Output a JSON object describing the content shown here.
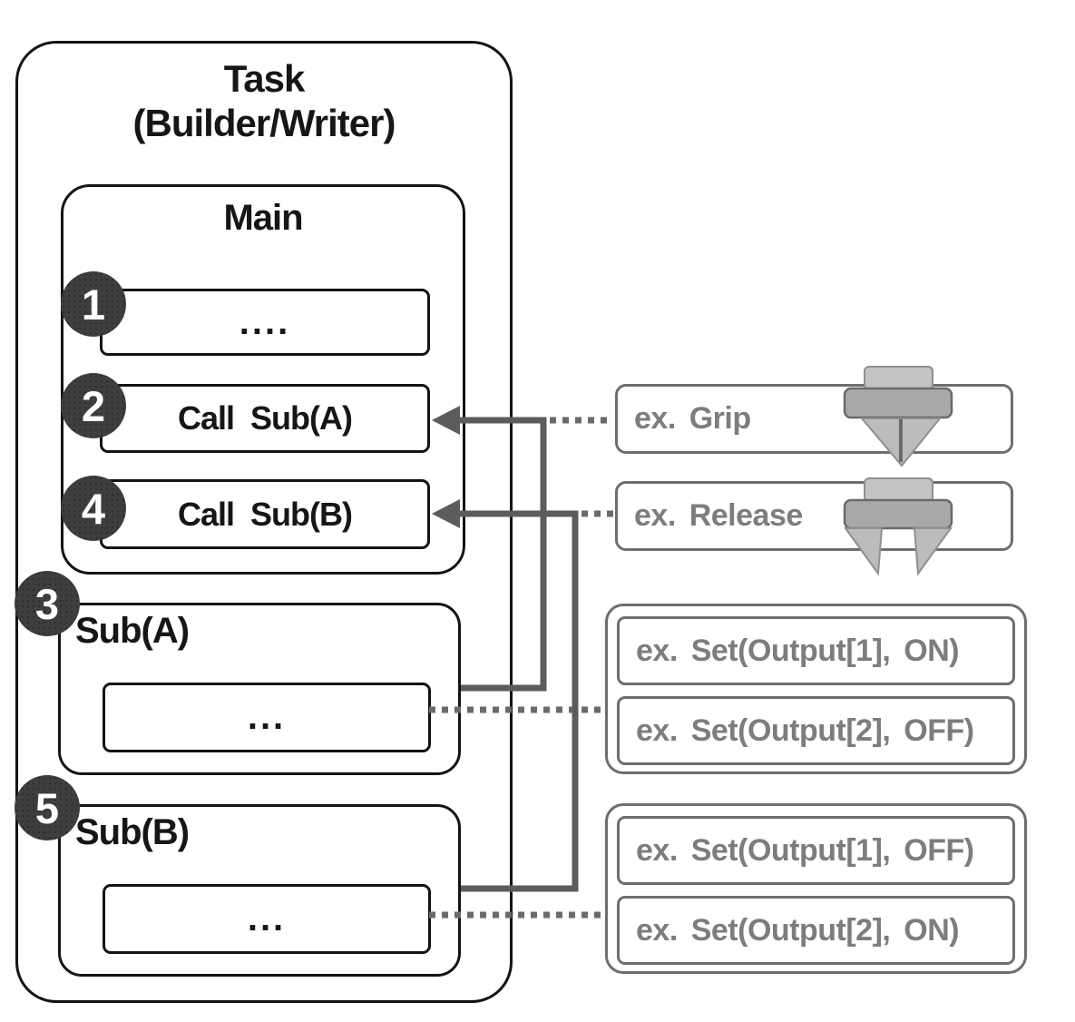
{
  "colors": {
    "black_border": "#141414",
    "line": "#5c5c5c",
    "dotted": "#6a6a6a",
    "circle_fill": "#3e3e3e",
    "circle_dot": "#2f2f2f",
    "gray_border": "#6e6e6e",
    "gray_text": "#7d7d7d",
    "icon_light": "#c4c4c4",
    "icon_mid": "#a9a9a9",
    "icon_edge": "#8f8f8f",
    "icon_dark": "#6a6a6a"
  },
  "task": {
    "title_line1": "Task",
    "title_line2": "(Builder/Writer)",
    "main": {
      "title": "Main",
      "steps": [
        {
          "num": "1",
          "label": "...."
        },
        {
          "num": "2",
          "label": "Call Sub(A)"
        },
        {
          "num": "4",
          "label": "Call Sub(B)"
        }
      ]
    },
    "subs": [
      {
        "num": "3",
        "title": "Sub(A)",
        "body": "..."
      },
      {
        "num": "5",
        "title": "Sub(B)",
        "body": "..."
      }
    ]
  },
  "annotations": {
    "grip": {
      "label": "ex. Grip",
      "icon": "gripper-closed-icon"
    },
    "release": {
      "label": "ex. Release",
      "icon": "gripper-open-icon"
    },
    "sub_a_examples": [
      "ex. Set(Output[1], ON)",
      "ex. Set(Output[2], OFF)"
    ],
    "sub_b_examples": [
      "ex. Set(Output[1], OFF)",
      "ex. Set(Output[2], ON)"
    ]
  }
}
